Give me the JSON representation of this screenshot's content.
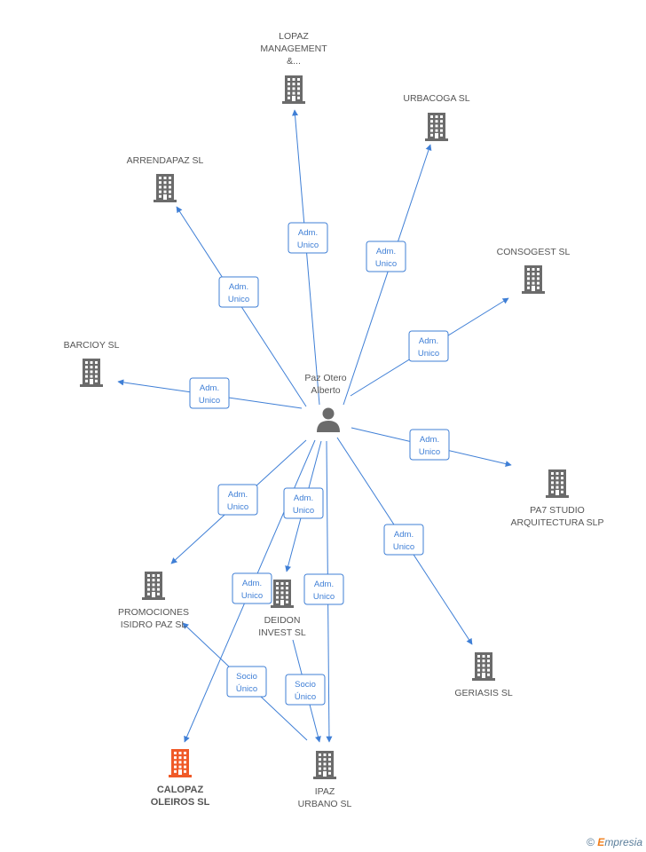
{
  "center": {
    "id": "person",
    "label_lines": [
      "Paz Otero",
      "Alberto"
    ],
    "icon": "person-icon"
  },
  "nodes": [
    {
      "id": "lopaz",
      "label_lines": [
        "LOPAZ",
        "MANAGEMENT",
        "&..."
      ],
      "icon": "building-icon"
    },
    {
      "id": "urbacoga",
      "label_lines": [
        "URBACOGA SL"
      ],
      "icon": "building-icon"
    },
    {
      "id": "arrendapaz",
      "label_lines": [
        "ARRENDAPAZ SL"
      ],
      "icon": "building-icon"
    },
    {
      "id": "consogest",
      "label_lines": [
        "CONSOGEST SL"
      ],
      "icon": "building-icon"
    },
    {
      "id": "barcioy",
      "label_lines": [
        "BARCIOY SL"
      ],
      "icon": "building-icon"
    },
    {
      "id": "pa7",
      "label_lines": [
        "PA7 STUDIO",
        "ARQUITECTURA SLP"
      ],
      "icon": "building-icon"
    },
    {
      "id": "promociones",
      "label_lines": [
        "PROMOCIONES",
        "ISIDRO PAZ SL"
      ],
      "icon": "building-icon"
    },
    {
      "id": "deidon",
      "label_lines": [
        "DEIDON",
        "INVEST SL"
      ],
      "icon": "building-icon"
    },
    {
      "id": "geriasis",
      "label_lines": [
        "GERIASIS SL"
      ],
      "icon": "building-icon"
    },
    {
      "id": "calopaz",
      "label_lines": [
        "CALOPAZ",
        "OLEIROS SL"
      ],
      "icon": "building-icon",
      "highlight": true
    },
    {
      "id": "ipaz",
      "label_lines": [
        "IPAZ",
        "URBANO SL"
      ],
      "icon": "building-icon"
    }
  ],
  "edges": [
    {
      "from": "person",
      "to": "lopaz",
      "label_lines": [
        "Adm.",
        "Unico"
      ]
    },
    {
      "from": "person",
      "to": "urbacoga",
      "label_lines": [
        "Adm.",
        "Unico"
      ]
    },
    {
      "from": "person",
      "to": "arrendapaz",
      "label_lines": [
        "Adm.",
        "Unico"
      ]
    },
    {
      "from": "person",
      "to": "consogest",
      "label_lines": [
        "Adm.",
        "Unico"
      ]
    },
    {
      "from": "person",
      "to": "barcioy",
      "label_lines": [
        "Adm.",
        "Unico"
      ]
    },
    {
      "from": "person",
      "to": "pa7",
      "label_lines": [
        "Adm.",
        "Unico"
      ]
    },
    {
      "from": "person",
      "to": "promociones",
      "label_lines": [
        "Adm.",
        "Unico"
      ]
    },
    {
      "from": "person",
      "to": "deidon",
      "label_lines": [
        "Adm.",
        "Unico"
      ]
    },
    {
      "from": "person",
      "to": "calopaz",
      "label_lines": [
        "Adm.",
        "Unico"
      ]
    },
    {
      "from": "person",
      "to": "ipaz",
      "label_lines": [
        "Adm.",
        "Unico"
      ]
    },
    {
      "from": "person",
      "to": "geriasis",
      "label_lines": [
        "Adm.",
        "Unico"
      ]
    },
    {
      "from": "ipaz",
      "to": "promociones",
      "label_lines": [
        "Socio",
        "Único"
      ]
    },
    {
      "from": "deidon",
      "to": "ipaz",
      "label_lines": [
        "Socio",
        "Único"
      ]
    }
  ],
  "colors": {
    "edge": "#3f7fd6",
    "node_icon": "#6b6b6b",
    "highlight_icon": "#f05a28"
  },
  "footer": {
    "copyright": "©",
    "brand_initial": "E",
    "brand_rest": "mpresia"
  }
}
